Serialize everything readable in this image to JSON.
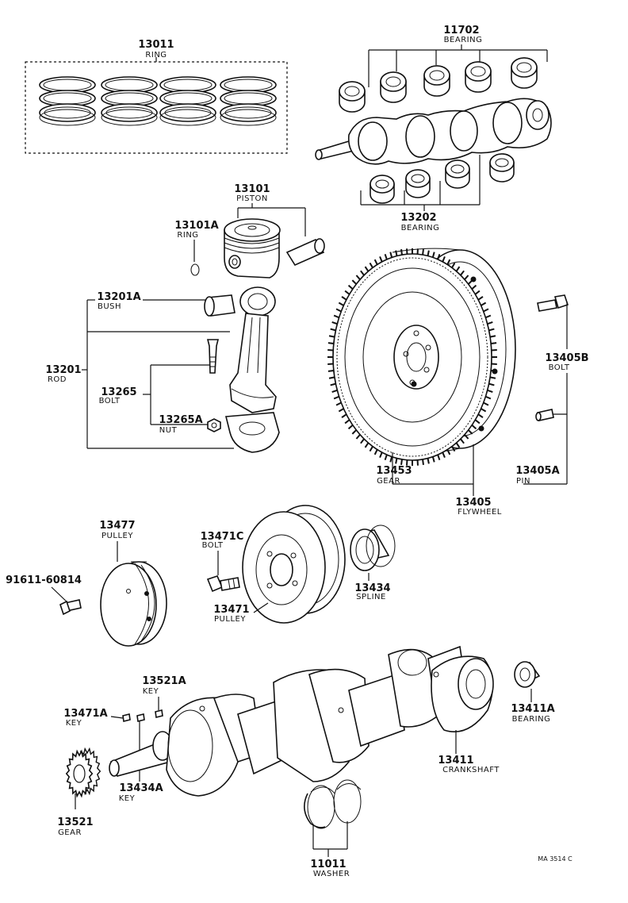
{
  "parts": {
    "ring": {
      "number": "13011",
      "name": "RING"
    },
    "bearing_top": {
      "number": "11702",
      "name": "BEARING"
    },
    "piston": {
      "number": "13101",
      "name": "PISTON"
    },
    "piston_ring": {
      "number": "13101A",
      "name": "RING"
    },
    "bearing_lower": {
      "number": "13202",
      "name": "BEARING"
    },
    "bush": {
      "number": "13201A",
      "name": "BUSH"
    },
    "rod": {
      "number": "13201",
      "name": "ROD"
    },
    "rod_bolt": {
      "number": "13265",
      "name": "BOLT"
    },
    "nut": {
      "number": "13265A",
      "name": "NUT"
    },
    "flywheel_bolt": {
      "number": "13405B",
      "name": "BOLT"
    },
    "gear_ring": {
      "number": "13453",
      "name": "GEAR"
    },
    "pin": {
      "number": "13405A",
      "name": "PIN"
    },
    "flywheel": {
      "number": "13405",
      "name": "FLYWHEEL"
    },
    "pulley_left": {
      "number": "13477",
      "name": "PULLEY"
    },
    "pulley_bolt": {
      "number": "13471C",
      "name": "BOLT"
    },
    "spline": {
      "number": "13434",
      "name": "SPLINE"
    },
    "pulley_main": {
      "number": "13471",
      "name": "PULLEY"
    },
    "small_bolt": {
      "number": "91611-60814"
    },
    "key_upper": {
      "number": "13521A",
      "name": "KEY"
    },
    "key_left": {
      "number": "13471A",
      "name": "KEY"
    },
    "bearing_right": {
      "number": "13411A",
      "name": "BEARING"
    },
    "key_lower": {
      "number": "13434A",
      "name": "KEY"
    },
    "crankshaft": {
      "number": "13411",
      "name": "CRANKSHAFT"
    },
    "gear": {
      "number": "13521",
      "name": "GEAR"
    },
    "washer": {
      "number": "11011",
      "name": "WASHER"
    }
  },
  "footer": {
    "code": "MA 3514 C"
  }
}
